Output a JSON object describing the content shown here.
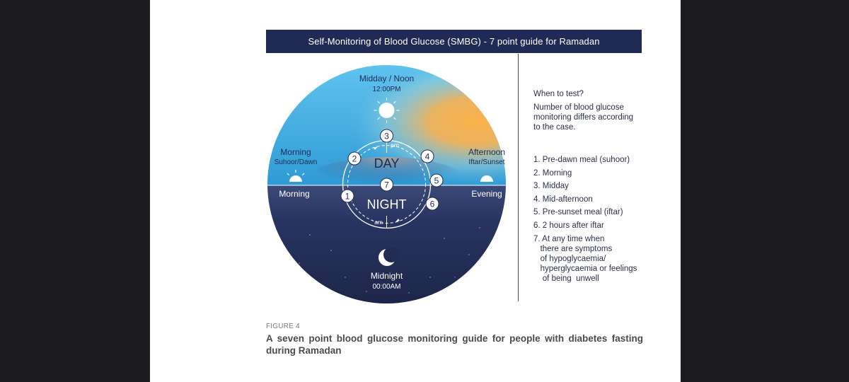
{
  "header": {
    "title": "Self-Monitoring of Blood Glucose (SMBG) - 7 point guide for Ramadan"
  },
  "diagram": {
    "top_label": "Midday / Noon",
    "top_time": "12:00PM",
    "bottom_label": "Midnight",
    "bottom_time": "00:00AM",
    "left_upper_label": "Morning",
    "left_upper_sub": "Suhoor/Dawn",
    "left_lower_label": "Morning",
    "right_upper_label": "Afternoon",
    "right_upper_sub": "Iftar/Sunset",
    "right_lower_label": "Evening",
    "day_label": "DAY",
    "night_label": "NIGHT",
    "pm_label": "pm",
    "am_label": "am",
    "points": [
      "1",
      "2",
      "3",
      "4",
      "5",
      "6",
      "7"
    ],
    "icons": [
      "sun-icon",
      "sunrise-icon",
      "sunset-icon",
      "crescent-moon-icon"
    ],
    "colors": {
      "day_blue": "#3fa9dd",
      "sunset_orange": "#f6a73a",
      "night_navy": "#222c52",
      "title_bar": "#202b55"
    }
  },
  "sidebar": {
    "question": "When to test?",
    "intro": "Number of blood glucose\nmonitoring differs according\nto the case.",
    "steps": [
      "1. Pre-dawn meal (suhoor)",
      "2. Morning",
      "3. Midday",
      "4. Mid-afternoon",
      "5. Pre-sunset meal (iftar)",
      "6. 2 hours after iftar",
      "7. At any time when\n   there are symptoms\n   of hypoglycaemia/\n   hyperglycaemia or feelings\n    of being  unwell"
    ]
  },
  "figure": {
    "label": "FIGURE 4",
    "caption": "A seven point blood glucose monitoring guide for people with diabetes fasting during Ramadan"
  }
}
